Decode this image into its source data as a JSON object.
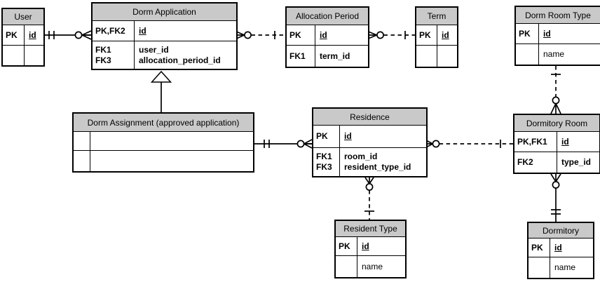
{
  "colors": {
    "entity_header_fill": "#c9c9c9",
    "entity_body_fill": "#ffffff",
    "line_color": "#000000",
    "canvas_background": "#ffffff"
  },
  "entities": [
    {
      "title": "User",
      "rows": [
        {
          "keys": [
            "PK"
          ],
          "fields": [
            "id"
          ]
        },
        {
          "keys": [],
          "fields": []
        }
      ]
    },
    {
      "title": "Dorm Application",
      "rows": [
        {
          "keys": [
            "PK,FK2"
          ],
          "fields": [
            "id"
          ]
        },
        {
          "keys": [
            "FK1",
            "FK3"
          ],
          "fields": [
            "user_id",
            "allocation_period_id"
          ]
        }
      ]
    },
    {
      "title": "Allocation Period",
      "rows": [
        {
          "keys": [
            "PK"
          ],
          "fields": [
            "id"
          ]
        },
        {
          "keys": [
            "FK1"
          ],
          "fields": [
            "term_id"
          ]
        }
      ]
    },
    {
      "title": "Term",
      "rows": [
        {
          "keys": [
            "PK"
          ],
          "fields": [
            "id"
          ]
        },
        {
          "keys": [],
          "fields": []
        }
      ]
    },
    {
      "title": "Dorm Room Type",
      "rows": [
        {
          "keys": [
            "PK"
          ],
          "fields": [
            "id"
          ]
        },
        {
          "keys": [],
          "fields": [
            "name"
          ]
        }
      ]
    },
    {
      "title": "Dorm Assignment (approved application)",
      "rows": [
        {
          "keys": [],
          "fields": []
        },
        {
          "keys": [],
          "fields": []
        }
      ]
    },
    {
      "title": "Residence",
      "rows": [
        {
          "keys": [
            "PK"
          ],
          "fields": [
            "id"
          ]
        },
        {
          "keys": [
            "FK1",
            "FK3"
          ],
          "fields": [
            "room_id",
            "resident_type_id"
          ]
        }
      ]
    },
    {
      "title": "Dormitory Room",
      "rows": [
        {
          "keys": [
            "PK,FK1"
          ],
          "fields": [
            "id"
          ]
        },
        {
          "keys": [
            "FK2"
          ],
          "fields": [
            "type_id"
          ]
        }
      ]
    },
    {
      "title": "Resident Type",
      "rows": [
        {
          "keys": [
            "PK"
          ],
          "fields": [
            "id"
          ]
        },
        {
          "keys": [],
          "fields": [
            "name"
          ]
        }
      ]
    },
    {
      "title": "Dormitory",
      "rows": [
        {
          "keys": [
            "PK"
          ],
          "fields": [
            "id"
          ]
        },
        {
          "keys": [],
          "fields": [
            "name"
          ]
        }
      ]
    }
  ],
  "relationships": [
    {
      "from": "User",
      "to": "Dorm Application",
      "from_cardinality": "one and only one",
      "to_cardinality": "zero or many",
      "line": "solid"
    },
    {
      "from": "Dorm Application",
      "to": "Allocation Period",
      "from_cardinality": "zero or many",
      "to_cardinality": "one",
      "line": "dashed"
    },
    {
      "from": "Allocation Period",
      "to": "Term",
      "from_cardinality": "zero or many",
      "to_cardinality": "one",
      "line": "dashed"
    },
    {
      "from": "Dorm Room Type",
      "to": "Dormitory Room",
      "from_cardinality": "one",
      "to_cardinality": "zero or many",
      "line": "dashed"
    },
    {
      "from": "Dorm Assignment (approved application)",
      "to": "Dorm Application",
      "type": "inheritance"
    },
    {
      "from": "Dorm Assignment (approved application)",
      "to": "Residence",
      "from_cardinality": "one and only one",
      "to_cardinality": "zero or many",
      "line": "solid"
    },
    {
      "from": "Residence",
      "to": "Dormitory Room",
      "from_cardinality": "zero or many",
      "to_cardinality": "one",
      "line": "dashed"
    },
    {
      "from": "Residence",
      "to": "Resident Type",
      "from_cardinality": "zero or many",
      "to_cardinality": "one",
      "line": "dashed"
    },
    {
      "from": "Dormitory Room",
      "to": "Dormitory",
      "from_cardinality": "zero or many",
      "to_cardinality": "one and only one",
      "line": "solid"
    }
  ]
}
